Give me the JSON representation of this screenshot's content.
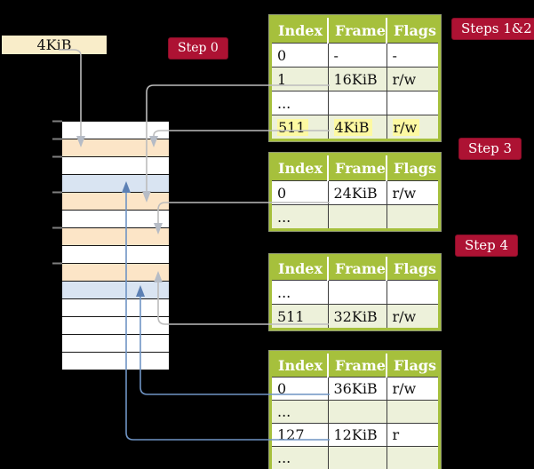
{
  "frame_size_box": {
    "label": "4KiB"
  },
  "step_labels": {
    "step0": "Step 0",
    "steps12": "Steps 1&2",
    "step3": "Step 3",
    "step4": "Step 4"
  },
  "colors": {
    "badge_crimson": "#ad1233",
    "table_header_olive": "#a6c03c",
    "table_alt_row_green": "#edf1da",
    "highlight_yellow": "#fdf9a2",
    "frame_box_cream": "#f9edc9",
    "memory_pagetable_peach": "#fce5c7",
    "memory_mapped_blue": "#d9e4f2",
    "arrow_gray": "#bcbcbc",
    "arrow_blue": "#6f94c4"
  },
  "memory_column": {
    "rows": [
      {
        "kind": "plain"
      },
      {
        "kind": "pagetable"
      },
      {
        "kind": "plain"
      },
      {
        "kind": "mapped"
      },
      {
        "kind": "pagetable"
      },
      {
        "kind": "plain"
      },
      {
        "kind": "pagetable"
      },
      {
        "kind": "plain"
      },
      {
        "kind": "pagetable"
      },
      {
        "kind": "mapped"
      },
      {
        "kind": "plain"
      },
      {
        "kind": "plain"
      },
      {
        "kind": "plain"
      },
      {
        "kind": "plain"
      }
    ]
  },
  "page_tables": [
    {
      "name": "table-steps-1-2",
      "headers": [
        "Index",
        "Frame",
        "Flags"
      ],
      "rows": [
        {
          "cells": [
            "0",
            "-",
            "-"
          ],
          "shade": "plain"
        },
        {
          "cells": [
            "1",
            "16KiB",
            "r/w"
          ],
          "shade": "alt",
          "underline": "gray"
        },
        {
          "cells": [
            "...",
            "",
            ""
          ],
          "shade": "plain"
        },
        {
          "cells": [
            "511",
            "4KiB",
            "r/w"
          ],
          "shade": "alt",
          "highlight": "yellow",
          "underline": "gray"
        }
      ]
    },
    {
      "name": "table-step-3",
      "headers": [
        "Index",
        "Frame",
        "Flags"
      ],
      "rows": [
        {
          "cells": [
            "0",
            "24KiB",
            "r/w"
          ],
          "shade": "plain",
          "underline": "gray"
        },
        {
          "cells": [
            "...",
            "",
            ""
          ],
          "shade": "alt"
        }
      ]
    },
    {
      "name": "table-step-4",
      "headers": [
        "Index",
        "Frame",
        "Flags"
      ],
      "rows": [
        {
          "cells": [
            "...",
            "",
            ""
          ],
          "shade": "plain"
        },
        {
          "cells": [
            "511",
            "32KiB",
            "r/w"
          ],
          "shade": "alt",
          "underline": "gray"
        }
      ]
    },
    {
      "name": "table-final",
      "headers": [
        "Index",
        "Frame",
        "Flags"
      ],
      "rows": [
        {
          "cells": [
            "0",
            "36KiB",
            "r/w"
          ],
          "shade": "plain",
          "underline": "blue"
        },
        {
          "cells": [
            "...",
            "",
            ""
          ],
          "shade": "alt"
        },
        {
          "cells": [
            "127",
            "12KiB",
            "r"
          ],
          "shade": "plain",
          "underline": "blue"
        },
        {
          "cells": [
            "...",
            "",
            ""
          ],
          "shade": "alt"
        }
      ]
    }
  ]
}
